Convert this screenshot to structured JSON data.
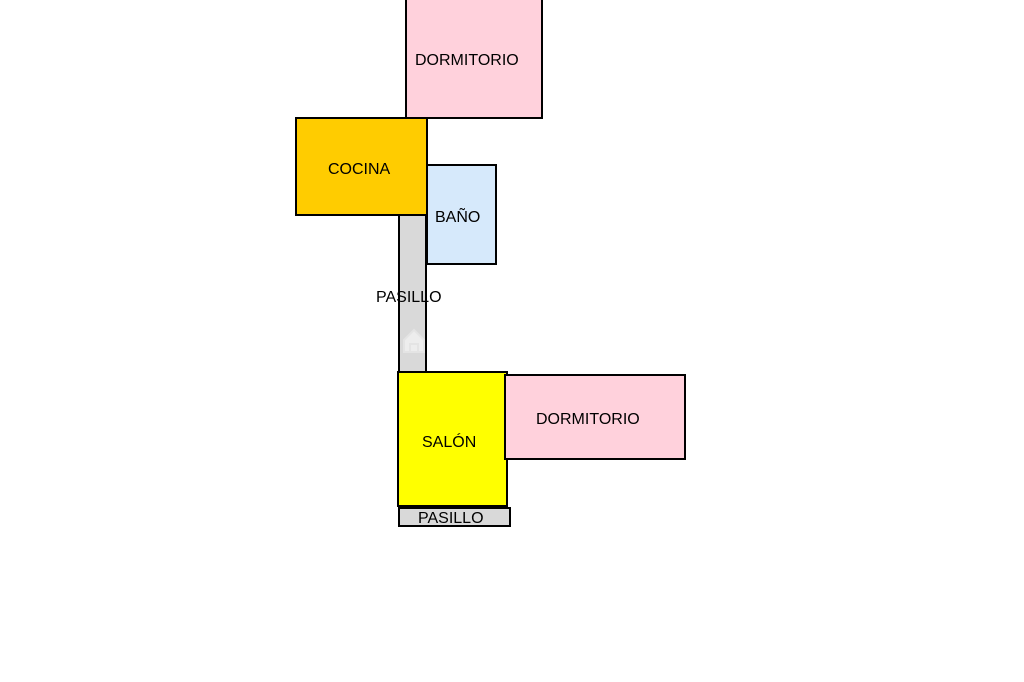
{
  "floor_plan": {
    "rooms": [
      {
        "id": "dormitorio_top",
        "label": "DORMITORIO",
        "color": "#ffd1dc"
      },
      {
        "id": "cocina",
        "label": "COCINA",
        "color": "#ffcc00"
      },
      {
        "id": "bano",
        "label": "BAÑO",
        "color": "#d6e9fb"
      },
      {
        "id": "pasillo_vert",
        "label": "PASILLO",
        "color": "#d9d9d9"
      },
      {
        "id": "salon",
        "label": "SALÓN",
        "color": "#ffff00"
      },
      {
        "id": "dormitorio_right",
        "label": "DORMITORIO",
        "color": "#ffd1dc"
      },
      {
        "id": "pasillo_bottom",
        "label": "PASILLO",
        "color": "#d9d9d9"
      }
    ]
  }
}
